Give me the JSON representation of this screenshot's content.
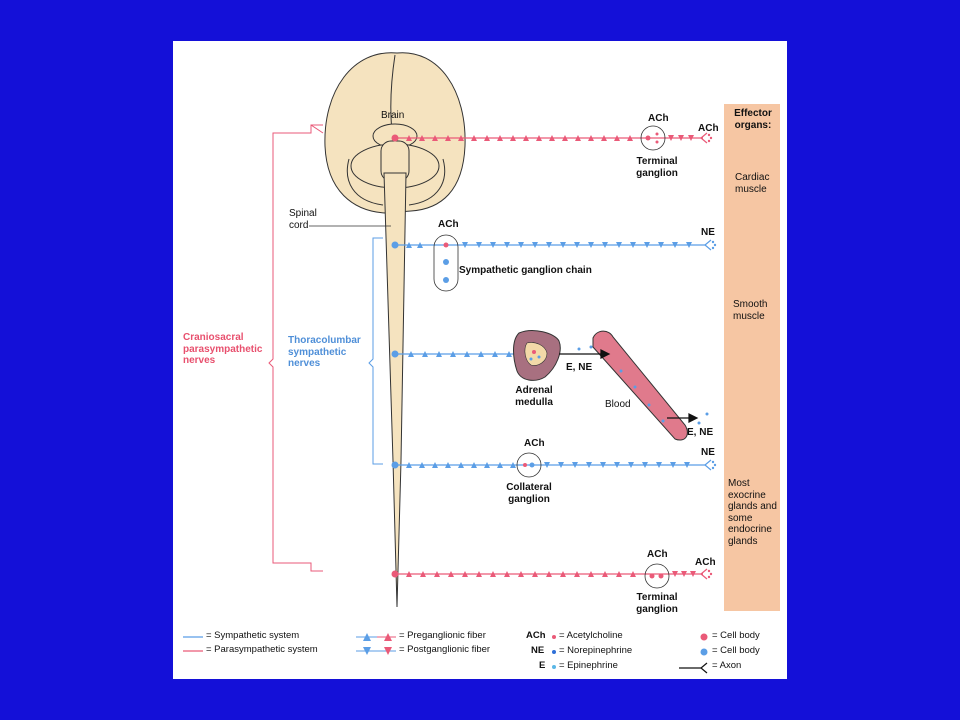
{
  "labels": {
    "brain": "Brain",
    "spinal_cord": "Spinal cord",
    "craniosacral": "Craniosacral parasympathetic nerves",
    "thoracolumbar": "Thoracolumbar sympathetic nerves",
    "effector_organs": "Effector organs:",
    "cardiac_muscle": "Cardiac muscle",
    "smooth_muscle": "Smooth muscle",
    "glands": "Most exocrine glands and some endocrine glands",
    "ach": "ACh",
    "ne": "NE",
    "e_ne": "E, NE",
    "terminal_ganglion": "Terminal ganglion",
    "sympathetic_chain": "Sympathetic ganglion chain",
    "adrenal_medulla": "Adrenal medulla",
    "blood": "Blood",
    "collateral_ganglion": "Collateral ganglion"
  },
  "legend": {
    "sympathetic": "= Sympathetic system",
    "parasympathetic": "= Parasympathetic system",
    "preganglionic": "= Preganglionic fiber",
    "postganglionic": "= Postganglionic fiber",
    "ach_abbr": "ACh",
    "ach_def": "= Acetylcholine",
    "ne_abbr": "NE",
    "ne_def": "= Norepinephrine",
    "e_abbr": "E",
    "e_def": "= Epinephrine",
    "cell_body_1": "= Cell body",
    "cell_body_2": "= Cell body",
    "axon": "= Axon"
  },
  "colors": {
    "sympathetic": "#5b9ee6",
    "parasympathetic": "#ea5a78",
    "brain": "#f5e3bf",
    "effector": "#f6c6a3",
    "background": "#1410d8"
  }
}
